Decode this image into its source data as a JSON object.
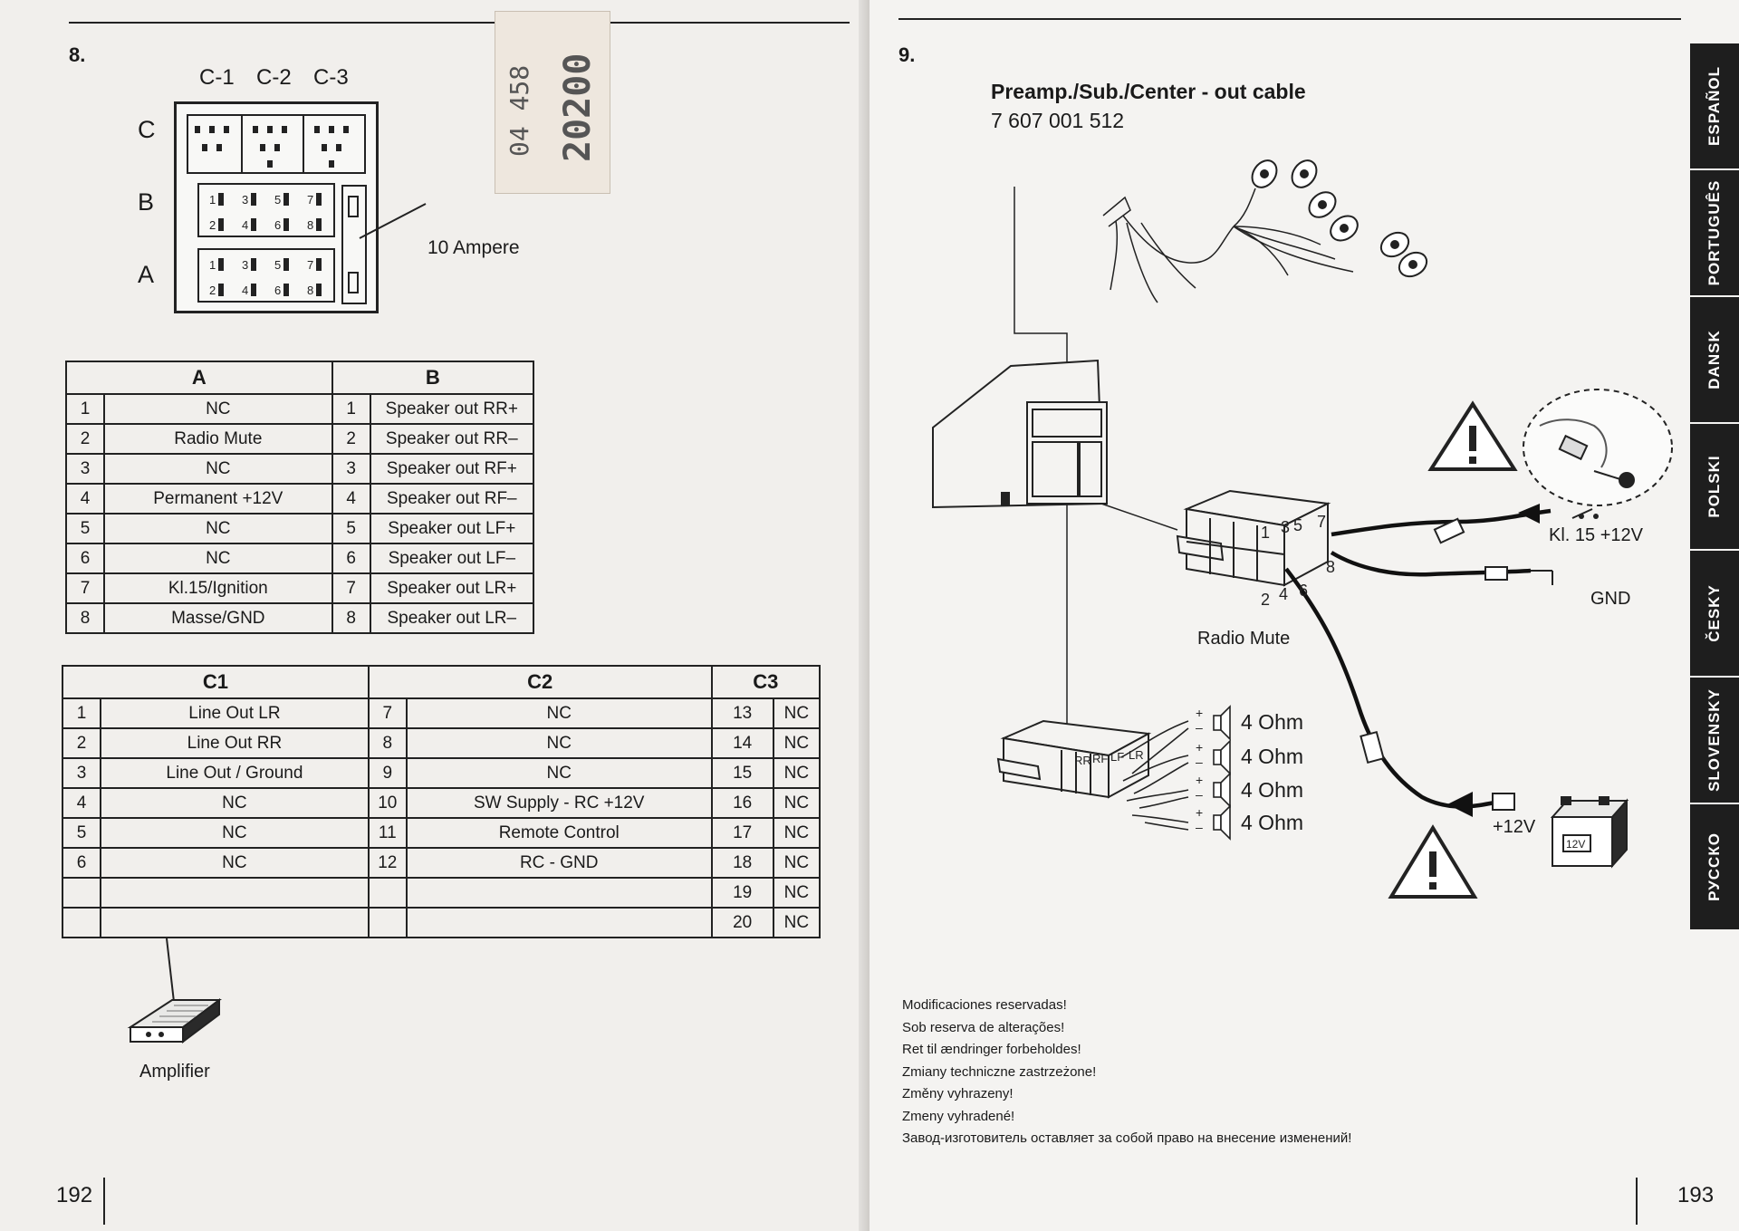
{
  "left_page": {
    "section_number": "8.",
    "connector_labels": [
      "C-1",
      "C-2",
      "C-3"
    ],
    "block_labels": [
      "C",
      "B",
      "A"
    ],
    "fuse_label": "10 Ampere",
    "amplifier_label": "Amplifier",
    "page_number": "192",
    "sticker_lines": [
      "04 458",
      "20200"
    ],
    "table_ab": {
      "headers": [
        "A",
        "B"
      ],
      "rows": [
        {
          "a_num": "1",
          "a_label": "NC",
          "b_num": "1",
          "b_label": "Speaker out RR+"
        },
        {
          "a_num": "2",
          "a_label": "Radio Mute",
          "b_num": "2",
          "b_label": "Speaker out RR–"
        },
        {
          "a_num": "3",
          "a_label": "NC",
          "b_num": "3",
          "b_label": "Speaker out RF+"
        },
        {
          "a_num": "4",
          "a_label": "Permanent +12V",
          "b_num": "4",
          "b_label": "Speaker out RF–"
        },
        {
          "a_num": "5",
          "a_label": "NC",
          "b_num": "5",
          "b_label": "Speaker out LF+"
        },
        {
          "a_num": "6",
          "a_label": "NC",
          "b_num": "6",
          "b_label": "Speaker out LF–"
        },
        {
          "a_num": "7",
          "a_label": "Kl.15/Ignition",
          "b_num": "7",
          "b_label": "Speaker out LR+"
        },
        {
          "a_num": "8",
          "a_label": "Masse/GND",
          "b_num": "8",
          "b_label": "Speaker out LR–"
        }
      ]
    },
    "table_c": {
      "headers": [
        "C1",
        "C2",
        "C3"
      ],
      "rows": [
        {
          "c1_num": "1",
          "c1_label": "Line Out LR",
          "c2_num": "7",
          "c2_label": "NC",
          "c3_num": "13",
          "c3_label": "NC"
        },
        {
          "c1_num": "2",
          "c1_label": "Line Out RR",
          "c2_num": "8",
          "c2_label": "NC",
          "c3_num": "14",
          "c3_label": "NC"
        },
        {
          "c1_num": "3",
          "c1_label": "Line Out / Ground",
          "c2_num": "9",
          "c2_label": "NC",
          "c3_num": "15",
          "c3_label": "NC"
        },
        {
          "c1_num": "4",
          "c1_label": "NC",
          "c2_num": "10",
          "c2_label": "SW Supply - RC +12V",
          "c3_num": "16",
          "c3_label": "NC"
        },
        {
          "c1_num": "5",
          "c1_label": "NC",
          "c2_num": "11",
          "c2_label": "Remote Control",
          "c3_num": "17",
          "c3_label": "NC"
        },
        {
          "c1_num": "6",
          "c1_label": "NC",
          "c2_num": "12",
          "c2_label": "RC - GND",
          "c3_num": "18",
          "c3_label": "NC"
        },
        {
          "c1_num": "",
          "c1_label": "",
          "c2_num": "",
          "c2_label": "",
          "c3_num": "19",
          "c3_label": "NC"
        },
        {
          "c1_num": "",
          "c1_label": "",
          "c2_num": "",
          "c2_label": "",
          "c3_num": "20",
          "c3_label": "NC"
        }
      ]
    }
  },
  "right_page": {
    "section_number": "9.",
    "cable_title": "Preamp./Sub./Center - out cable",
    "cable_part_number": "7 607 001 512",
    "harness_pin_numbers": [
      "1",
      "3",
      "5",
      "7",
      "2",
      "4",
      "6",
      "8"
    ],
    "speaker_header_labels": [
      "RR",
      "RF",
      "LF",
      "LR"
    ],
    "speaker_ohms": [
      "4 Ohm",
      "4 Ohm",
      "4 Ohm",
      "4 Ohm"
    ],
    "label_kl15": "Kl. 15 +12V",
    "label_gnd": "GND",
    "label_radio_mute": "Radio Mute",
    "label_plus12v": "+12V",
    "battery_label": "12V",
    "notice_lines": [
      "Modificaciones reservadas!",
      "Sob reserva de alterações!",
      "Ret til ændringer forbeholdes!",
      "Zmiany techniczne zastrzeżone!",
      "Změny vyhrazeny!",
      "Zmeny vyhradené!",
      "Завод-изготовитель оставляет за собой право на внесение изменений!"
    ],
    "language_tabs": [
      "ESPAÑOL",
      "PORTUGUÊS",
      "DANSK",
      "POLSKI",
      "ČESKY",
      "SLOVENSKY",
      "РУССКО"
    ],
    "page_number": "193"
  }
}
